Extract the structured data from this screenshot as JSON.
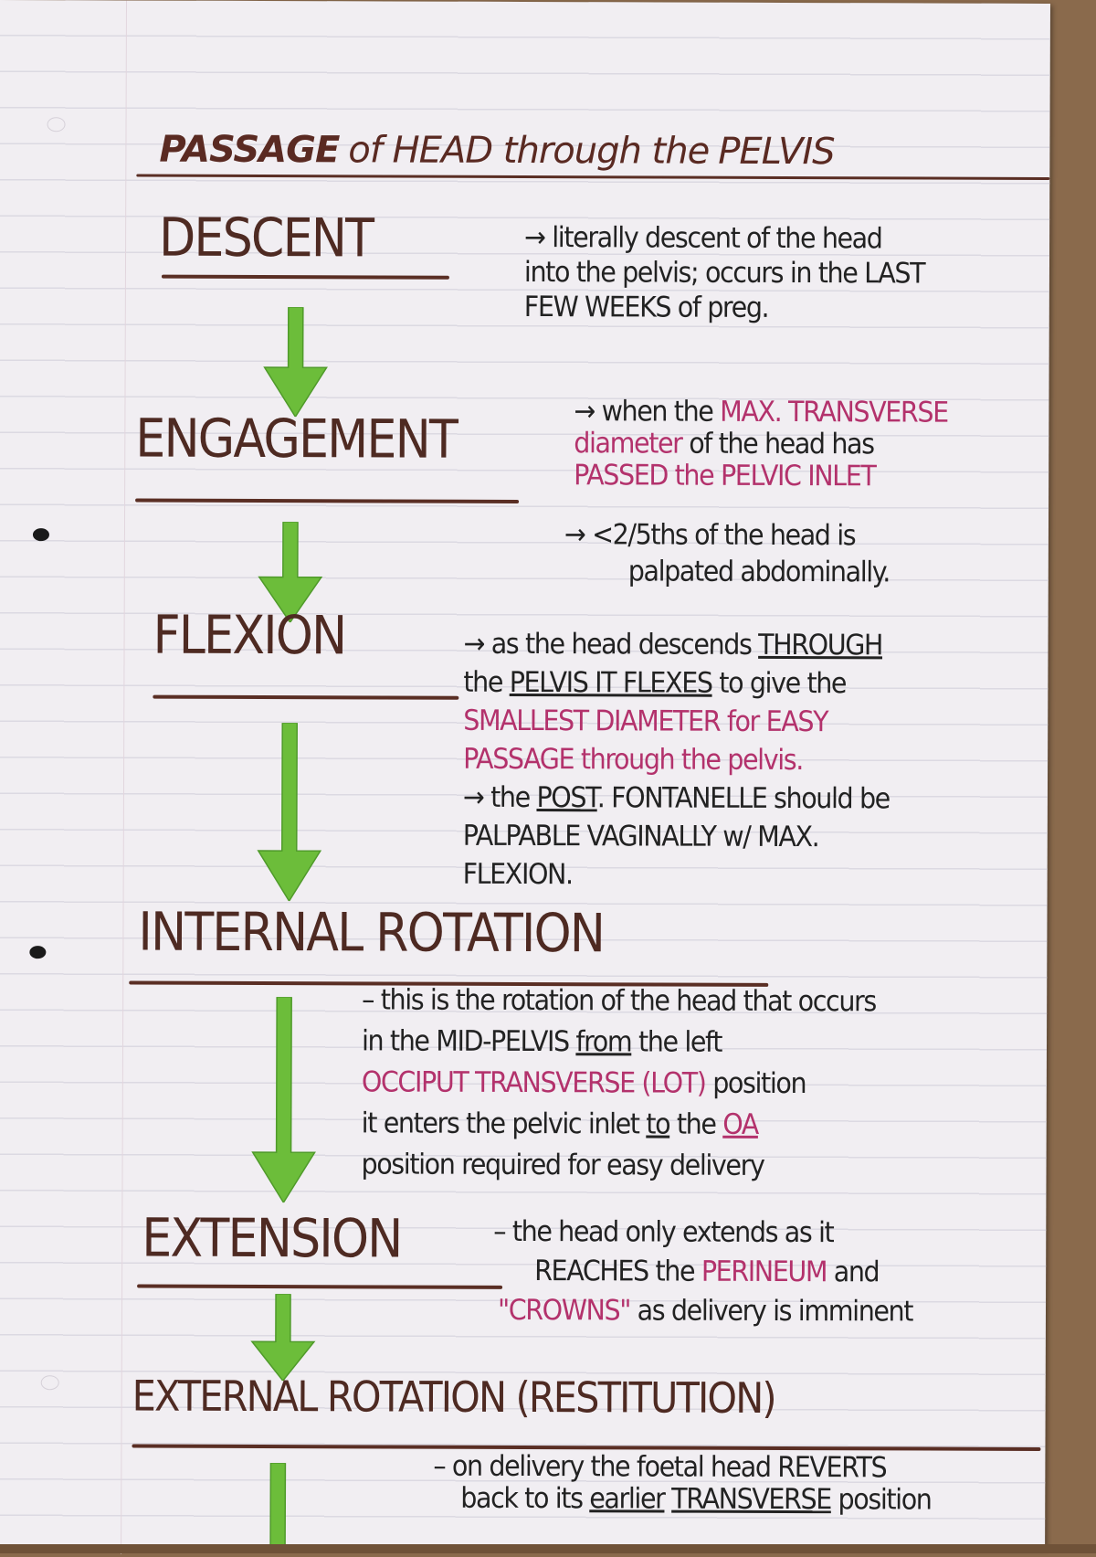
{
  "title": {
    "parts": [
      "PASSAGE",
      "of HEAD through the",
      "PELVIS"
    ]
  },
  "sections": [
    {
      "heading": "DESCENT",
      "notes": [
        [
          {
            "t": "→ literally descent of the head"
          }
        ],
        [
          {
            "t": "into the pelvis; occurs in the LAST"
          }
        ],
        [
          {
            "t": "FEW WEEKS of preg."
          }
        ]
      ]
    },
    {
      "heading": "ENGAGEMENT",
      "notes": [
        [
          {
            "t": "→ when the "
          },
          {
            "t": "MAX. TRANSVERSE",
            "m": 1
          }
        ],
        [
          {
            "t": "diameter",
            "m": 1
          },
          {
            "t": " of the head has"
          }
        ],
        [
          {
            "t": "PASSED the PELVIC INLET",
            "m": 1
          }
        ],
        [
          {
            "t": "→ <2/5ths of the head is"
          }
        ],
        [
          {
            "t": "palpated abdominally."
          }
        ]
      ]
    },
    {
      "heading": "FLEXION",
      "notes": [
        [
          {
            "t": "→ as the head descends "
          },
          {
            "t": "THROUGH",
            "u": 1
          }
        ],
        [
          {
            "t": "the "
          },
          {
            "t": "PELVIS IT FLEXES",
            "u": 1
          },
          {
            "t": " to give the"
          }
        ],
        [
          {
            "t": "SMALLEST DIAMETER for EASY",
            "m": 1
          }
        ],
        [
          {
            "t": "PASSAGE through the pelvis.",
            "m": 1
          }
        ],
        [
          {
            "t": "→ the "
          },
          {
            "t": "POST",
            "u": 1
          },
          {
            "t": ". FONTANELLE should be"
          }
        ],
        [
          {
            "t": "PALPABLE VAGINALLY w/ MAX."
          }
        ],
        [
          {
            "t": "FLEXION."
          }
        ]
      ]
    },
    {
      "heading": "INTERNAL ROTATION",
      "notes": [
        [
          {
            "t": "– this is the rotation of the head that occurs"
          }
        ],
        [
          {
            "t": "in the MID-PELVIS "
          },
          {
            "t": "from",
            "u": 1
          },
          {
            "t": " the left"
          }
        ],
        [
          {
            "t": "OCCIPUT TRANSVERSE (LOT)",
            "m": 1
          },
          {
            "t": " position"
          }
        ],
        [
          {
            "t": "it enters the pelvic inlet "
          },
          {
            "t": "to",
            "u": 1
          },
          {
            "t": " the "
          },
          {
            "t": "OA",
            "m": 1,
            "u": 1
          }
        ],
        [
          {
            "t": "position required for easy delivery"
          }
        ]
      ]
    },
    {
      "heading": "EXTENSION",
      "notes": [
        [
          {
            "t": "– the head only extends as it"
          }
        ],
        [
          {
            "t": "REACHES the "
          },
          {
            "t": "PERINEUM",
            "m": 1
          },
          {
            "t": " and"
          }
        ],
        [
          {
            "t": "\"CROWNS\"",
            "m": 1
          },
          {
            "t": " as delivery is imminent"
          }
        ]
      ]
    },
    {
      "heading": "EXTERNAL ROTATION (RESTITUTION)",
      "notes": [
        [
          {
            "t": "– on delivery the foetal head REVERTS"
          }
        ],
        [
          {
            "t": "back to its "
          },
          {
            "t": "earlier",
            "u": 1
          },
          {
            "t": " "
          },
          {
            "t": "TRANSVERSE",
            "u": 1
          },
          {
            "t": " position"
          }
        ]
      ]
    }
  ],
  "colors": {
    "heading": "#4e2a22",
    "text": "#222222",
    "highlight": "#b3326c",
    "arrow": "#6cbd3a"
  }
}
